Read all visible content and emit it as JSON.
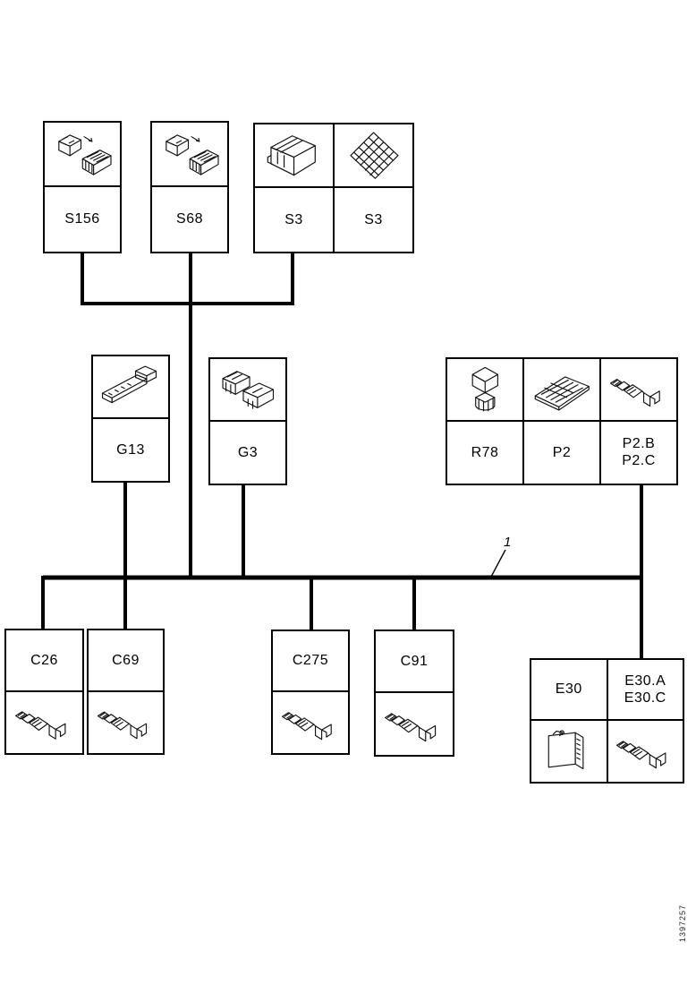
{
  "diagram": {
    "title": "wiring-harness-component-location-diagram",
    "ink_color": "#000000",
    "background_color": "#ffffff"
  },
  "components": {
    "s156": {
      "label": "S156",
      "illustration": "relay-with-socket-illustration"
    },
    "s68": {
      "label": "S68",
      "illustration": "relay-with-socket-illustration"
    },
    "s3a": {
      "label": "S3",
      "illustration": "relay-block-illustration"
    },
    "s3b": {
      "label": "S3",
      "illustration": "contact-plate-illustration"
    },
    "g13": {
      "label": "G13",
      "illustration": "terminal-rail-illustration"
    },
    "g3": {
      "label": "G3",
      "illustration": "connector-blocks-illustration"
    },
    "r78": {
      "label": "R78",
      "illustration": "relay-cube-illustration"
    },
    "p2": {
      "label": "P2",
      "illustration": "circuit-board-illustration"
    },
    "p2bc": {
      "label_line1": "P2.B",
      "label_line2": "P2.C",
      "illustration": "cable-terminal-illustration"
    },
    "c26": {
      "label": "C26",
      "illustration": "cable-terminal-illustration"
    },
    "c69": {
      "label": "C69",
      "illustration": "cable-terminal-illustration"
    },
    "c275": {
      "label": "C275",
      "illustration": "cable-terminal-illustration"
    },
    "c91": {
      "label": "C91",
      "illustration": "cable-terminal-illustration"
    },
    "e30": {
      "label": "E30",
      "illustration": "control-module-illustration"
    },
    "e30ac": {
      "label_line1": "E30.A",
      "label_line2": "E30.C",
      "illustration": "cable-terminal-illustration"
    }
  },
  "callout": {
    "label": "1"
  },
  "footer": {
    "drawing_number": "1397257"
  }
}
